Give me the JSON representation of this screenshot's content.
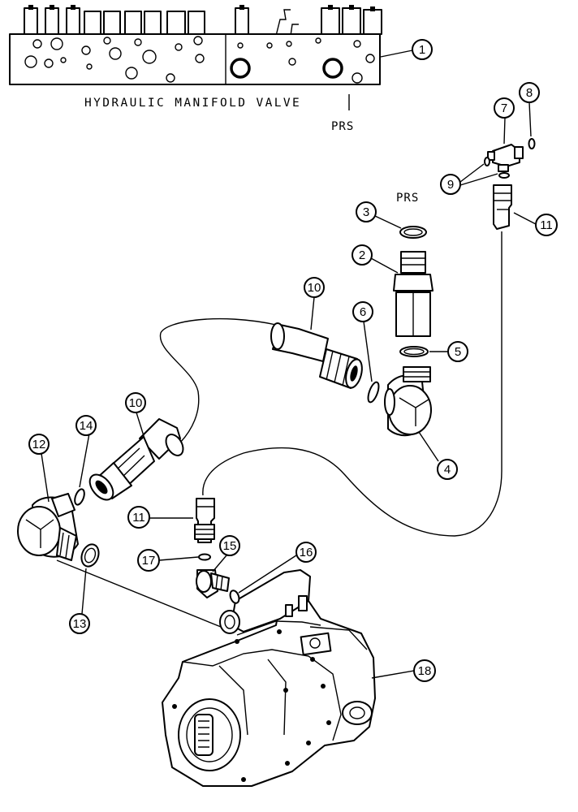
{
  "labels": {
    "manifold_title": "HYDRAULIC MANIFOLD VALVE",
    "prs_top": "PRS",
    "prs_fitting": "PRS"
  },
  "callouts": [
    "1",
    "2",
    "3",
    "4",
    "5",
    "6",
    "7",
    "8",
    "9",
    "10",
    "10",
    "11",
    "11",
    "12",
    "13",
    "14",
    "15",
    "16",
    "17",
    "18"
  ]
}
